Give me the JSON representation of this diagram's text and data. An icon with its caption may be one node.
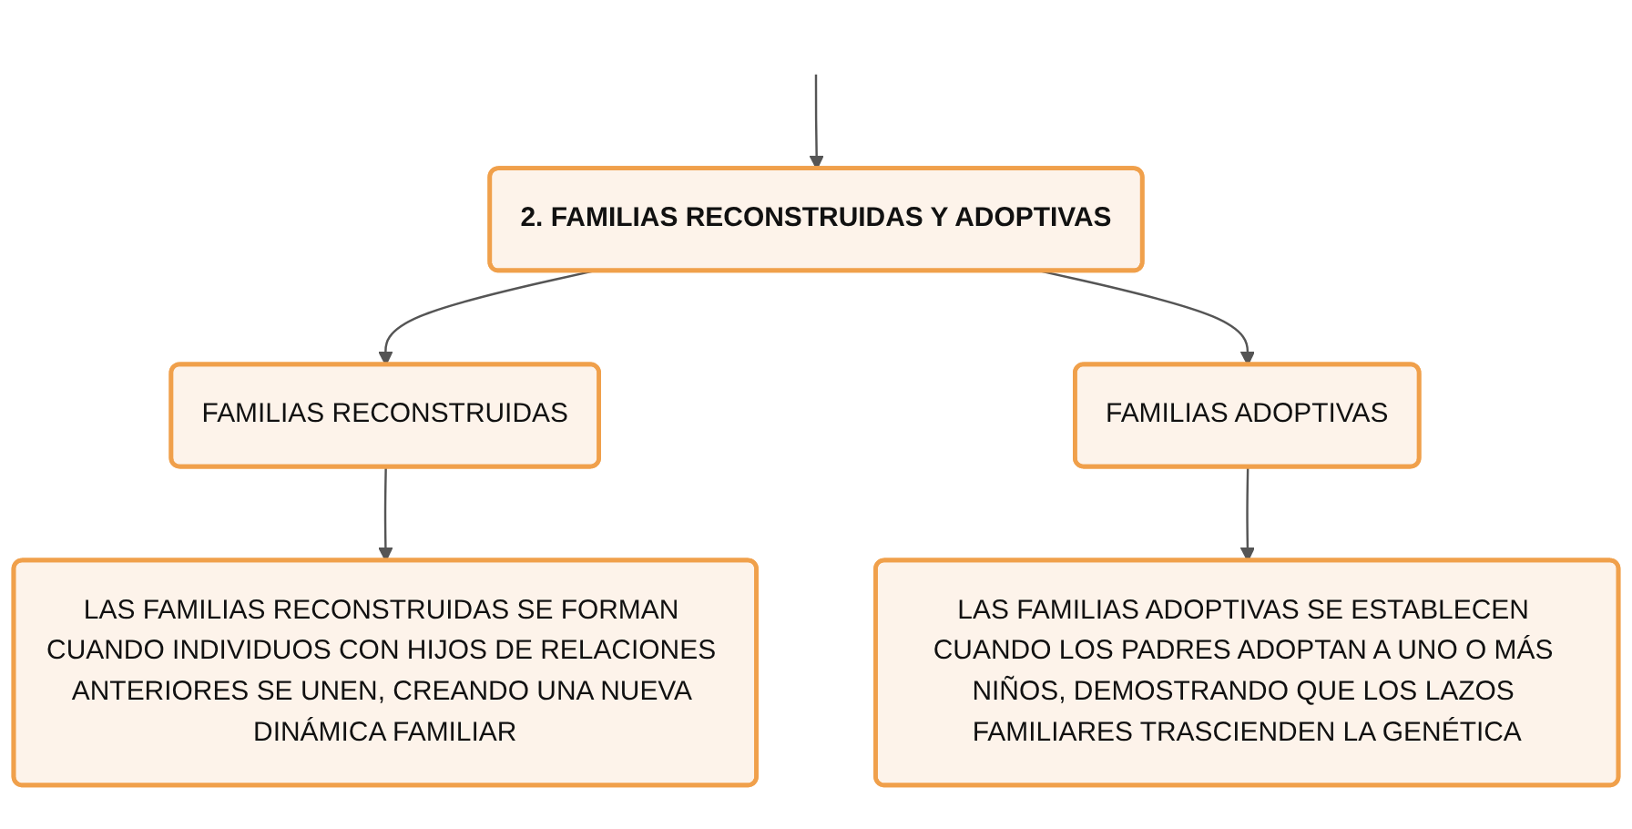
{
  "diagram": {
    "nodes": [
      {
        "text": [
          "2. FAMILIAS RECONSTRUIDAS Y ADOPTIVAS"
        ]
      },
      {
        "text": [
          "FAMILIAS RECONSTRUIDAS"
        ]
      },
      {
        "text": [
          "FAMILIAS ADOPTIVAS"
        ]
      },
      {
        "text": [
          "LAS FAMILIAS RECONSTRUIDAS SE FORMAN CUANDO INDIVIDUOS CON HIJOS DE RELACIONES ANTERIORES SE UNEN, CREANDO UNA NUEVA DINÁMICA FAMILIAR"
        ]
      },
      {
        "text": [
          "LAS FAMILIAS ADOPTIVAS SE ESTABLECEN CUANDO LOS PADRES ADOPTAN A UNO O MÁS NIÑOS, DEMOSTRANDO QUE LOS LAZOS FAMILIARES TRASCIENDEN LA GENÉTICA"
        ]
      }
    ],
    "edges": [
      {
        "from": null,
        "to": 0,
        "arrow": "to"
      },
      {
        "from": 0,
        "to": 1,
        "arrow": "to"
      },
      {
        "from": 0,
        "to": 2,
        "arrow": "to"
      },
      {
        "from": 1,
        "to": 3,
        "arrow": "to"
      },
      {
        "from": 2,
        "to": 4,
        "arrow": "to"
      }
    ]
  }
}
